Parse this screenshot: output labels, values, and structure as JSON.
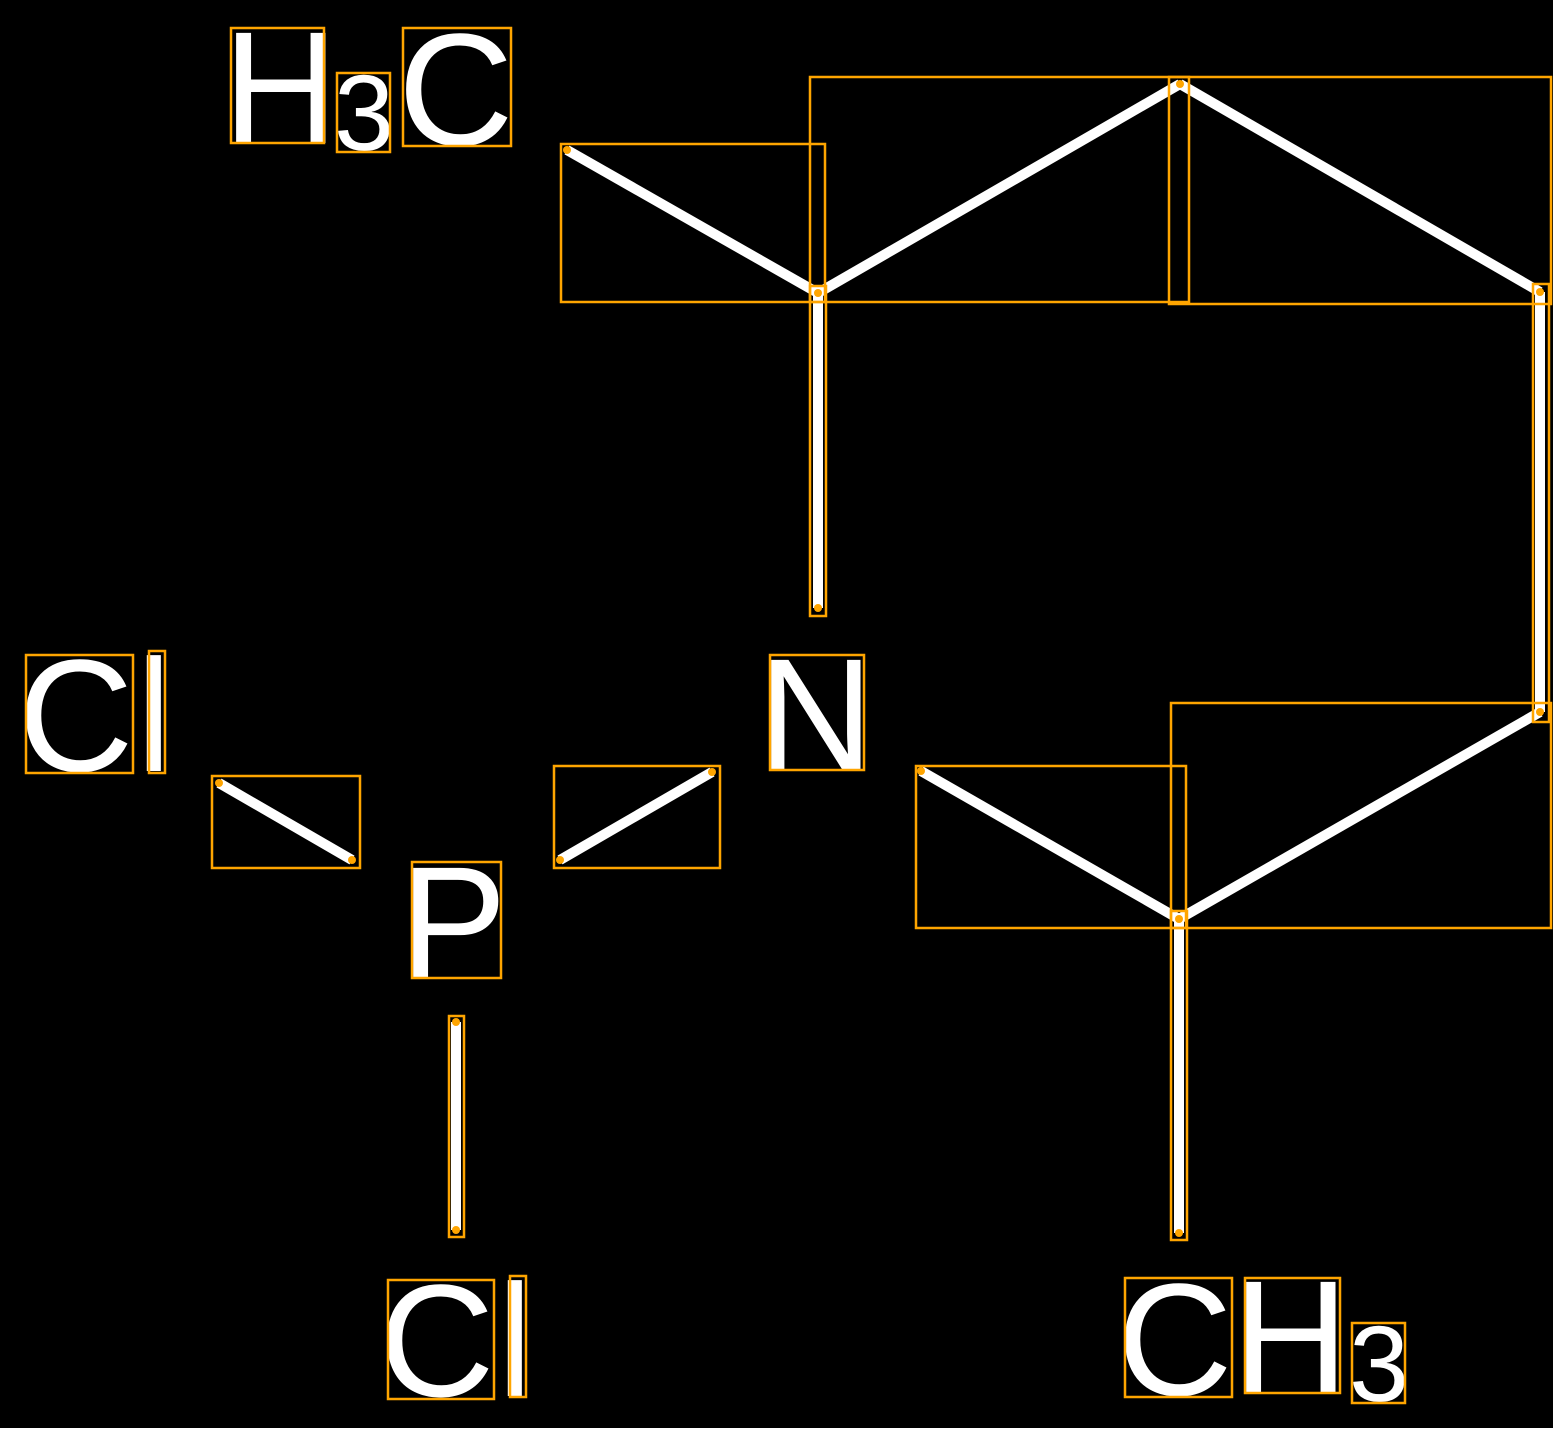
{
  "molecule": {
    "atoms": {
      "methyl_top": {
        "main": "H",
        "sub": "3",
        "tail": "C"
      },
      "cl_left": {
        "c": "C",
        "l": "l"
      },
      "nitrogen": "N",
      "phosphorus": "P",
      "cl_bottom": {
        "c": "C",
        "l": "l"
      },
      "methyl_bottom": {
        "c": "C",
        "h": "H",
        "sub": "3"
      }
    },
    "colors": {
      "background": "#000000",
      "bond": "#FFFFFF",
      "annotation_box": "#FFA500"
    }
  }
}
